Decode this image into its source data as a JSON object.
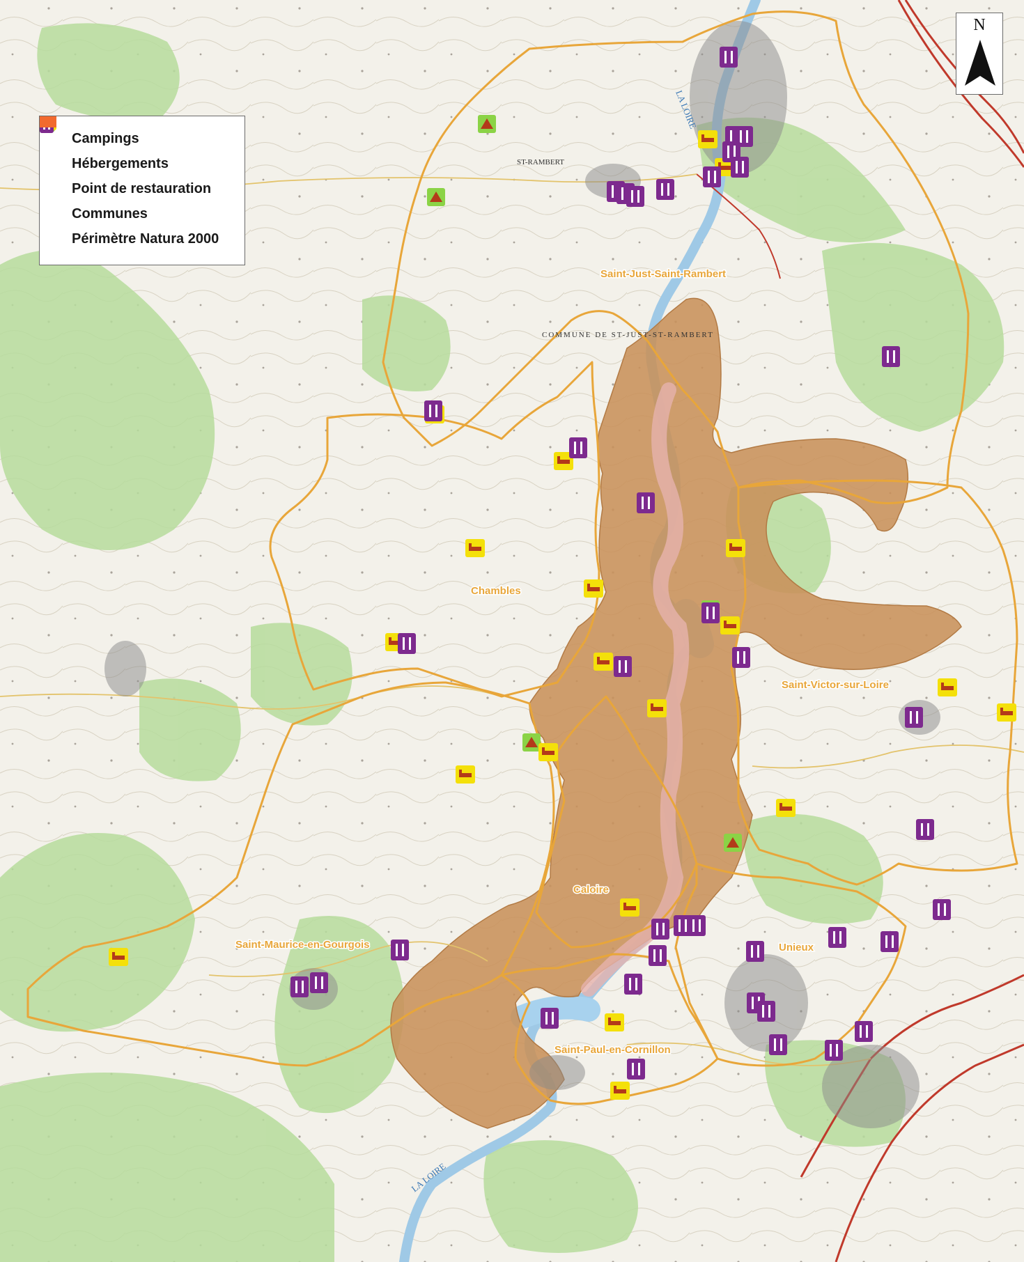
{
  "legend": {
    "items": [
      {
        "label": "Campings",
        "symbol": "camping-icon"
      },
      {
        "label": "Hébergements",
        "symbol": "bed-icon"
      },
      {
        "label": "Point de restauration",
        "symbol": "cutlery-icon"
      },
      {
        "label": "Communes",
        "symbol": "commune-outline"
      },
      {
        "label": "Périmètre Natura 2000",
        "symbol": "natura-fill"
      }
    ]
  },
  "north_arrow": {
    "letter": "N"
  },
  "communes": [
    {
      "id": "sjsr",
      "name": "Saint-Just-Saint-Rambert"
    },
    {
      "id": "chambles",
      "name": "Chambles"
    },
    {
      "id": "svsl",
      "name": "Saint-Victor-sur-Loire"
    },
    {
      "id": "caloire",
      "name": "Caloire"
    },
    {
      "id": "smeg",
      "name": "Saint-Maurice-en-Gourgois"
    },
    {
      "id": "unieux",
      "name": "Unieux"
    },
    {
      "id": "spec",
      "name": "Saint-Paul-en-Cornillon"
    }
  ],
  "base_map_labels": {
    "st_rambert": "ST-RAMBERT",
    "commune_sjsr": "COMMUNE DE ST-JUST-ST-RAMBERT",
    "la_loire_north": "LA LOIRE",
    "la_loire_south": "LA LOIRE"
  },
  "colors": {
    "commune_boundary": "#e8a63a",
    "natura": "#c8915a",
    "camping": "#8bd346",
    "hebergement": "#f4e00a",
    "restauration": "#7d2a8e",
    "river": "#9fc9e6",
    "road": "#c0392b"
  }
}
